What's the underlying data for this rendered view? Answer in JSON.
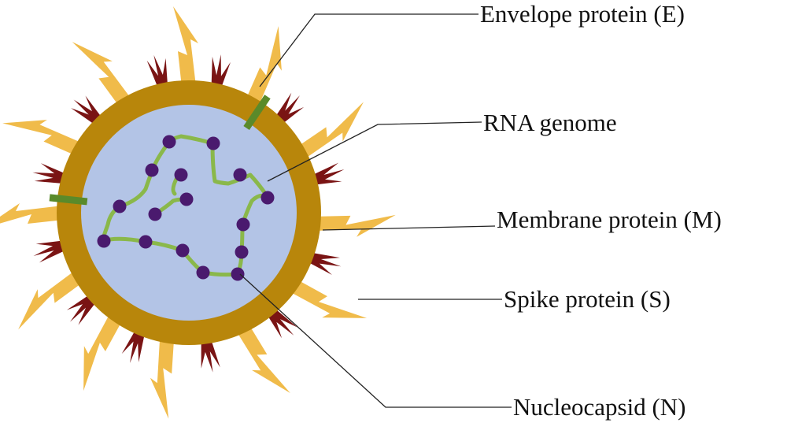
{
  "labels": {
    "envelope": "Envelope protein (E)",
    "rna": "RNA genome",
    "membrane": "Membrane protein (M)",
    "spike": "Spike protein (S)",
    "nucleocapsid": "Nucleocapsid (N)"
  },
  "colors": {
    "envelope_layer": "#b8860b",
    "envelope_layer_inner": "#c49a1c",
    "core": "#b3c4e6",
    "spike": "#f0bb4a",
    "membrane_protein": "#7a1414",
    "envelope_protein": "#5a8a2a",
    "rna_strand": "#8ab84a",
    "nucleocapsid": "#4a1a6e",
    "leader_line": "#222222"
  }
}
